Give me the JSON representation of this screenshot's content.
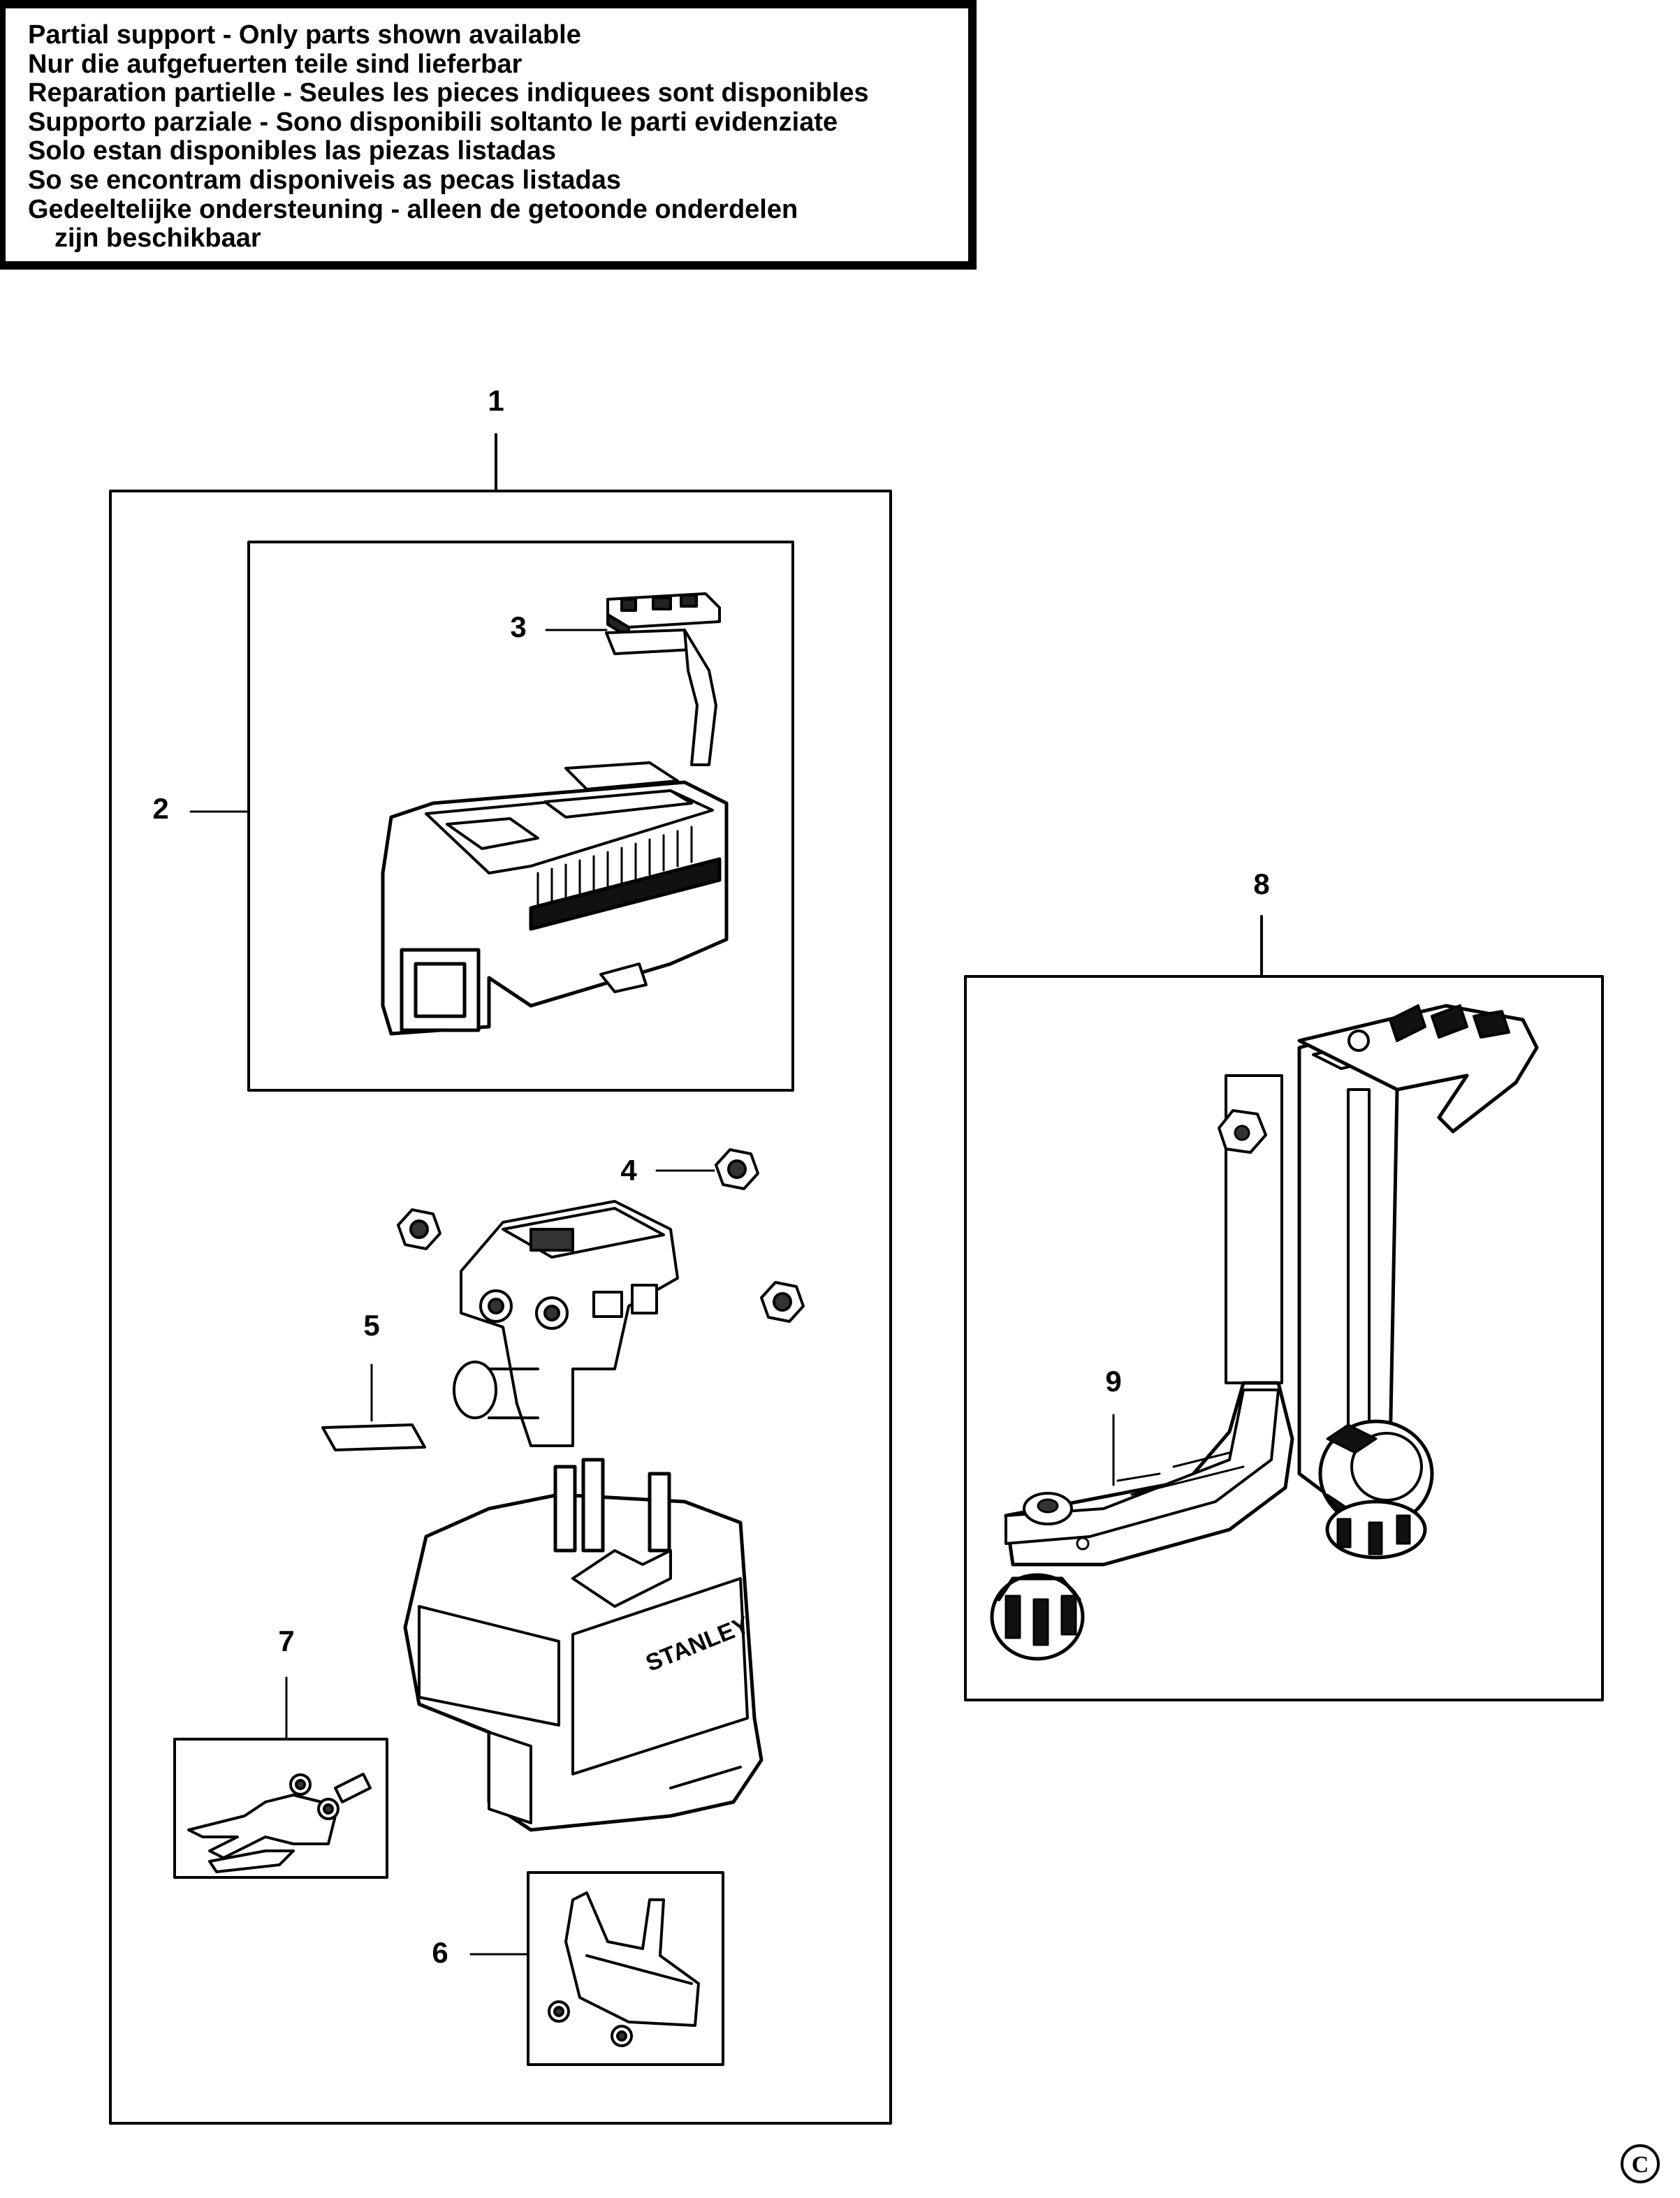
{
  "notice": {
    "lines": [
      "Partial support - Only parts shown available",
      "Nur die aufgefuerten teile sind lieferbar",
      "Reparation partielle - Seules les pieces indiquees sont disponibles",
      "Supporto parziale - Sono disponibili soltanto le parti evidenziate",
      "Solo estan disponibles las piezas listadas",
      "So se encontram disponiveis as pecas listadas",
      "Gedeeltelijke ondersteuning - alleen de getoonde onderdelen",
      "zijn beschikbaar"
    ]
  },
  "callouts": {
    "c1": "1",
    "c2": "2",
    "c3": "3",
    "c4": "4",
    "c5": "5",
    "c6": "6",
    "c7": "7",
    "c8": "8",
    "c9": "9"
  },
  "brand": "STANLEY",
  "copyright": "C"
}
